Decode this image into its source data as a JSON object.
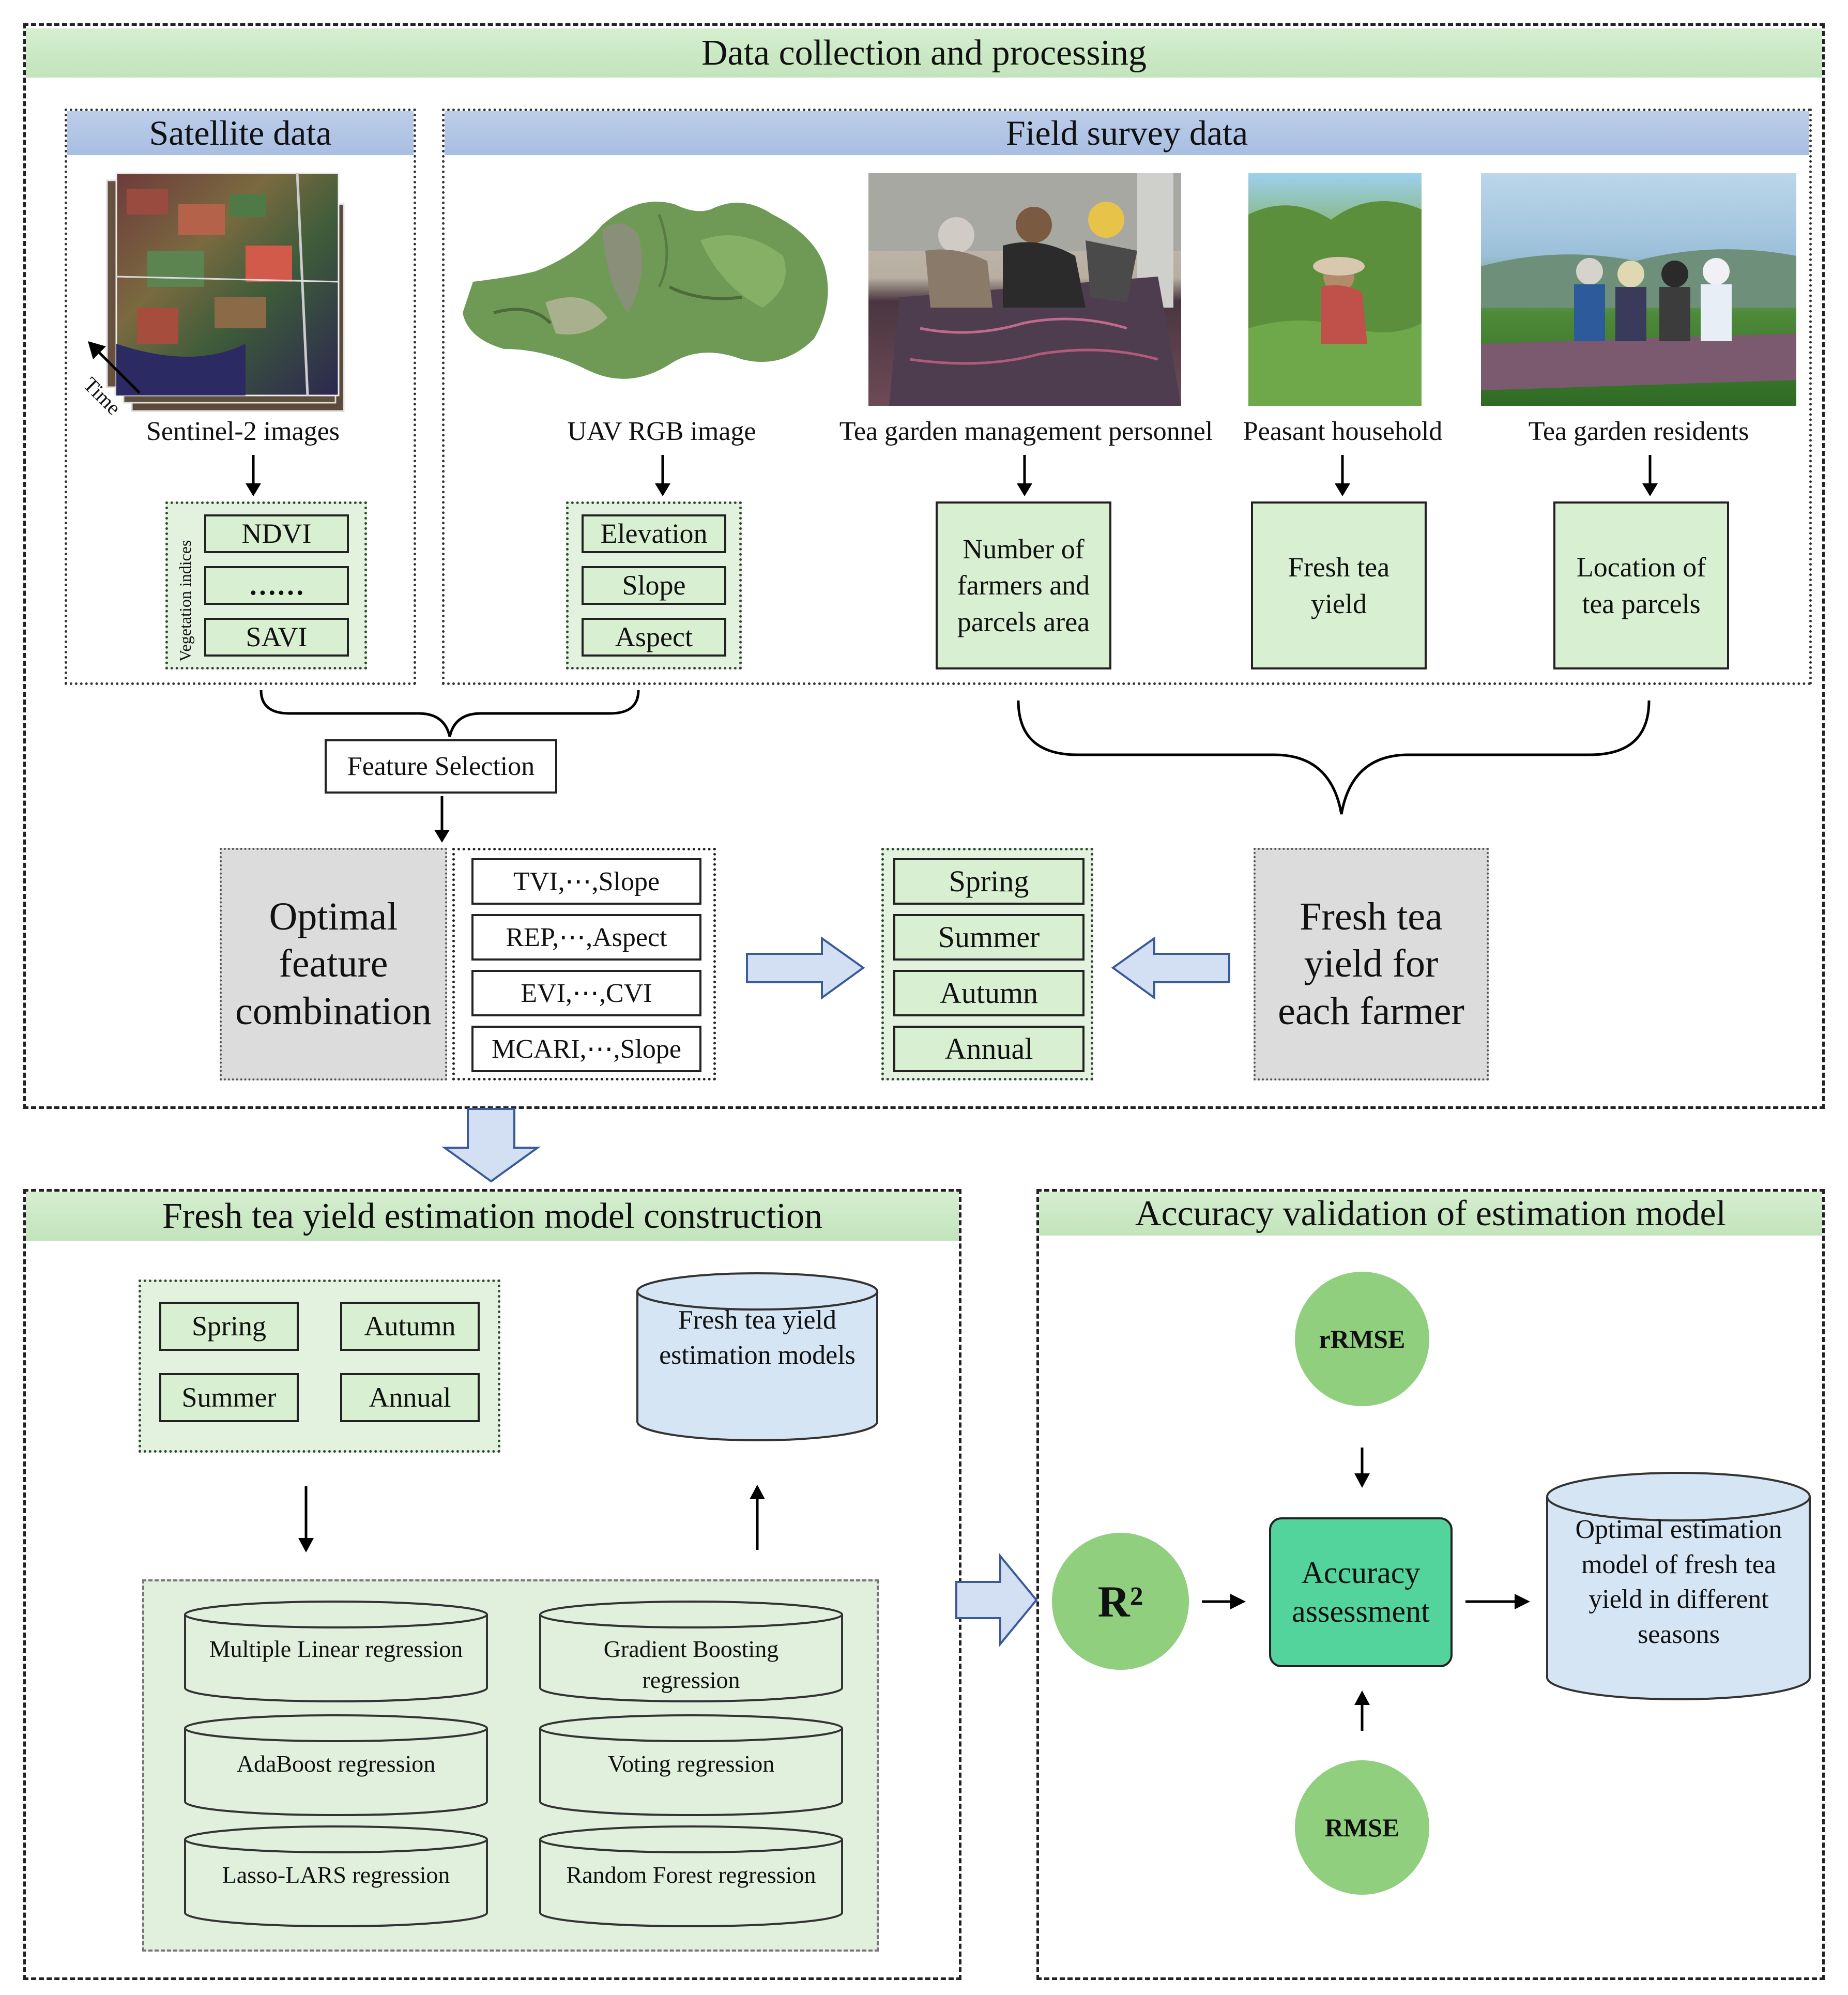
{
  "top": {
    "title": "Data collection and processing",
    "satellite_title": "Satellite data",
    "field_title": "Field survey data",
    "time_label": "Time",
    "vegetation_label": "Vegetation indices",
    "sentinel_caption": "Sentinel-2 images",
    "uav_caption": "UAV RGB image",
    "mgmt_caption": "Tea garden management personnel",
    "peasant_caption": "Peasant household",
    "residents_caption": "Tea garden residents",
    "veg_items": [
      "NDVI",
      "……",
      "SAVI"
    ],
    "terrain_items": [
      "Elevation",
      "Slope",
      "Aspect"
    ],
    "survey_boxes": [
      "Number of farmers and parcels area",
      "Fresh tea yield",
      "Location of tea parcels"
    ],
    "feature_selection": "Feature Selection",
    "optimal_feature": "Optimal feature combination",
    "feature_combos": [
      "TVI,⋯,Slope",
      "REP,⋯,Aspect",
      "EVI,⋯,CVI",
      "MCARI,⋯,Slope"
    ],
    "seasons": [
      "Spring",
      "Summer",
      "Autumn",
      "Annual"
    ],
    "fresh_tea_farmer": "Fresh tea yield for each farmer"
  },
  "model": {
    "title": "Fresh tea yield estimation model construction",
    "seasons": [
      "Spring",
      "Autumn",
      "Summer",
      "Annual"
    ],
    "output_db": "Fresh tea yield estimation models",
    "methods": [
      "Multiple Linear regression",
      "Gradient Boosting regression",
      "AdaBoost regression",
      "Voting regression",
      "Lasso-LARS regression",
      "Random Forest regression"
    ]
  },
  "validation": {
    "title": "Accuracy validation of estimation model",
    "rrmse": "rRMSE",
    "r2": "R²",
    "rmse": "RMSE",
    "assessment": "Accuracy assessment",
    "output_db": "Optimal estimation model of fresh tea yield in different seasons"
  },
  "colors": {
    "banner_green": "#c8e6c1",
    "banner_blue": "#adc1e4",
    "box_green": "#d8efd2",
    "db_blue": "#d5e5f4",
    "circle_green": "#8fcf7d",
    "assessment": "#52d49c",
    "arrow_blue": "#d3dff2"
  }
}
